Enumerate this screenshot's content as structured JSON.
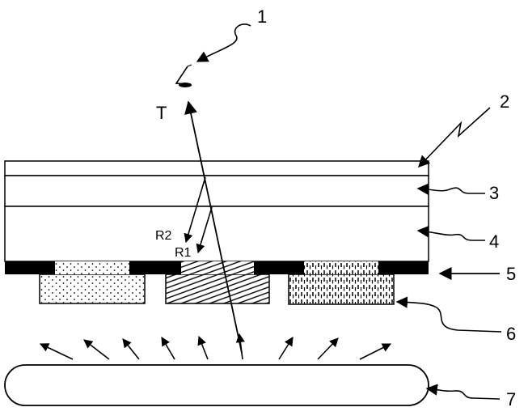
{
  "labels": {
    "one": "1",
    "two": "2",
    "three": "3",
    "four": "4",
    "five": "5",
    "six": "6",
    "seven": "7",
    "t": "T",
    "r1": "R1",
    "r2": "R2"
  },
  "colors": {
    "ink": "#000000",
    "paper": "#ffffff"
  },
  "icons": {
    "observer": "eye-icon"
  }
}
